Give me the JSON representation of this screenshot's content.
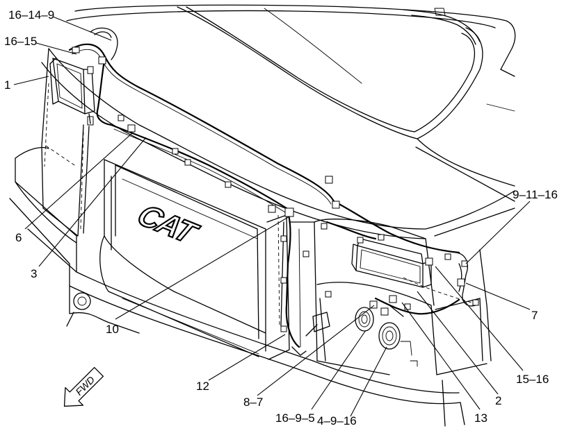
{
  "logo_text": "CAT",
  "direction_indicator": {
    "label": "FWD"
  },
  "callouts": [
    {
      "id": "c-16-14-9",
      "text": "16–14–9"
    },
    {
      "id": "c-16-15",
      "text": "16–15"
    },
    {
      "id": "c-1",
      "text": "1"
    },
    {
      "id": "c-6",
      "text": "6"
    },
    {
      "id": "c-3",
      "text": "3"
    },
    {
      "id": "c-10",
      "text": "10"
    },
    {
      "id": "c-12",
      "text": "12"
    },
    {
      "id": "c-8-7",
      "text": "8–7"
    },
    {
      "id": "c-16-9-5",
      "text": "16–9–5"
    },
    {
      "id": "c-4-9-16",
      "text": "4–9–16"
    },
    {
      "id": "c-13",
      "text": "13"
    },
    {
      "id": "c-2",
      "text": "2"
    },
    {
      "id": "c-15-16",
      "text": "15–16"
    },
    {
      "id": "c-7",
      "text": "7"
    },
    {
      "id": "c-9-11-16",
      "text": "9–11–16"
    }
  ]
}
